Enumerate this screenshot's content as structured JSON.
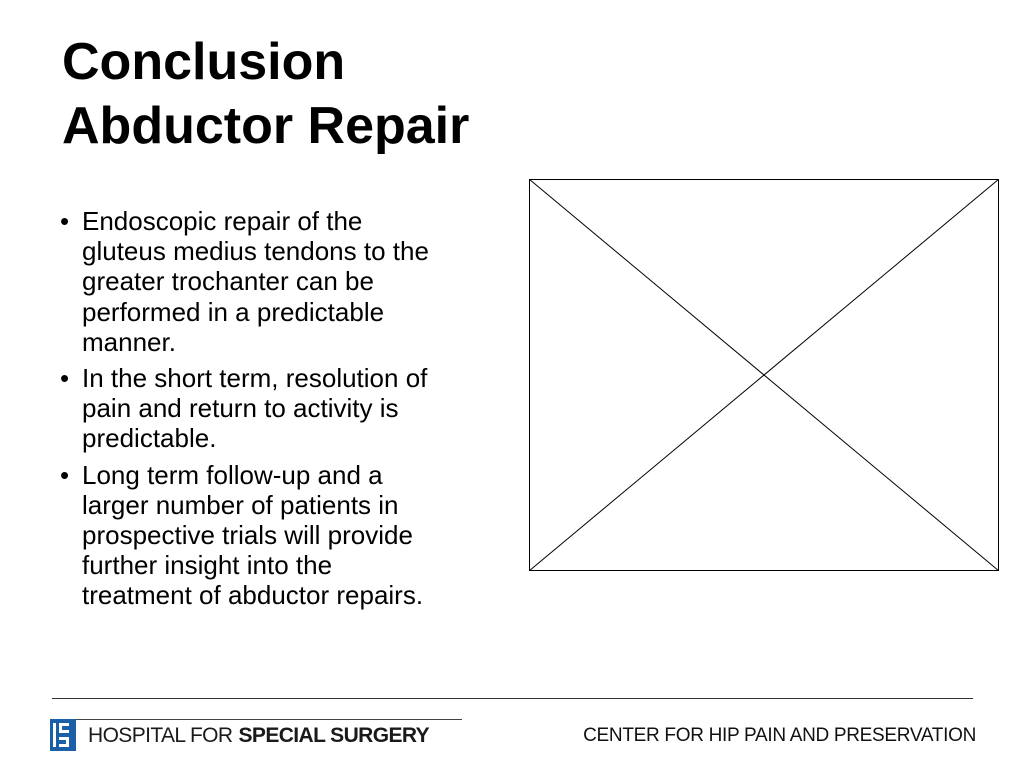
{
  "slide": {
    "title_line1": "Conclusion",
    "title_line2": "Abductor Repair",
    "bullet_symbol": "•",
    "bullets": [
      "Endoscopic repair of the gluteus medius tendons to the greater trochanter can be performed in a predictable manner.",
      "In the short term, resolution of pain and return to activity is predictable.",
      "Long term follow-up and a larger number of patients in prospective trials will provide further insight into the treatment of abductor repairs."
    ]
  },
  "footer": {
    "logo_regular": "HOSPITAL FOR",
    "logo_bold": "SPECIAL SURGERY",
    "right_text": "CENTER FOR HIP PAIN AND PRESERVATION",
    "logo_color": "#1b5fa8"
  }
}
